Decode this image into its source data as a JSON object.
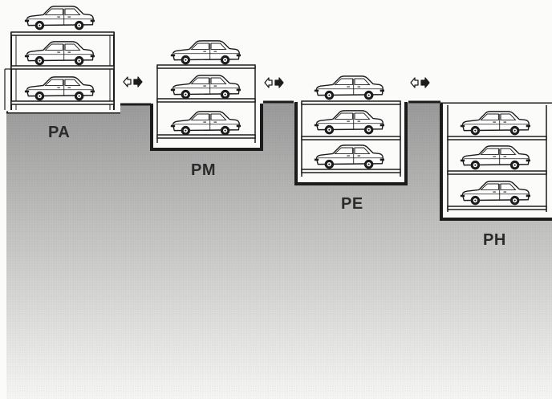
{
  "units": [
    {
      "id": "pa",
      "label": "PA",
      "levels": 3
    },
    {
      "id": "pm",
      "label": "PM",
      "levels": 3
    },
    {
      "id": "pe",
      "label": "PE",
      "levels": 3
    },
    {
      "id": "ph",
      "label": "PH",
      "levels": 3
    }
  ],
  "colors": {
    "ink": "#1c1c1c",
    "ground_top": "#9c9c9c",
    "ground_bottom": "#f4f4f2",
    "car_body": "#ffffff",
    "arrow_fill": "#1c1c1c"
  },
  "icons": [
    "car-icon",
    "access-arrow-icon"
  ]
}
